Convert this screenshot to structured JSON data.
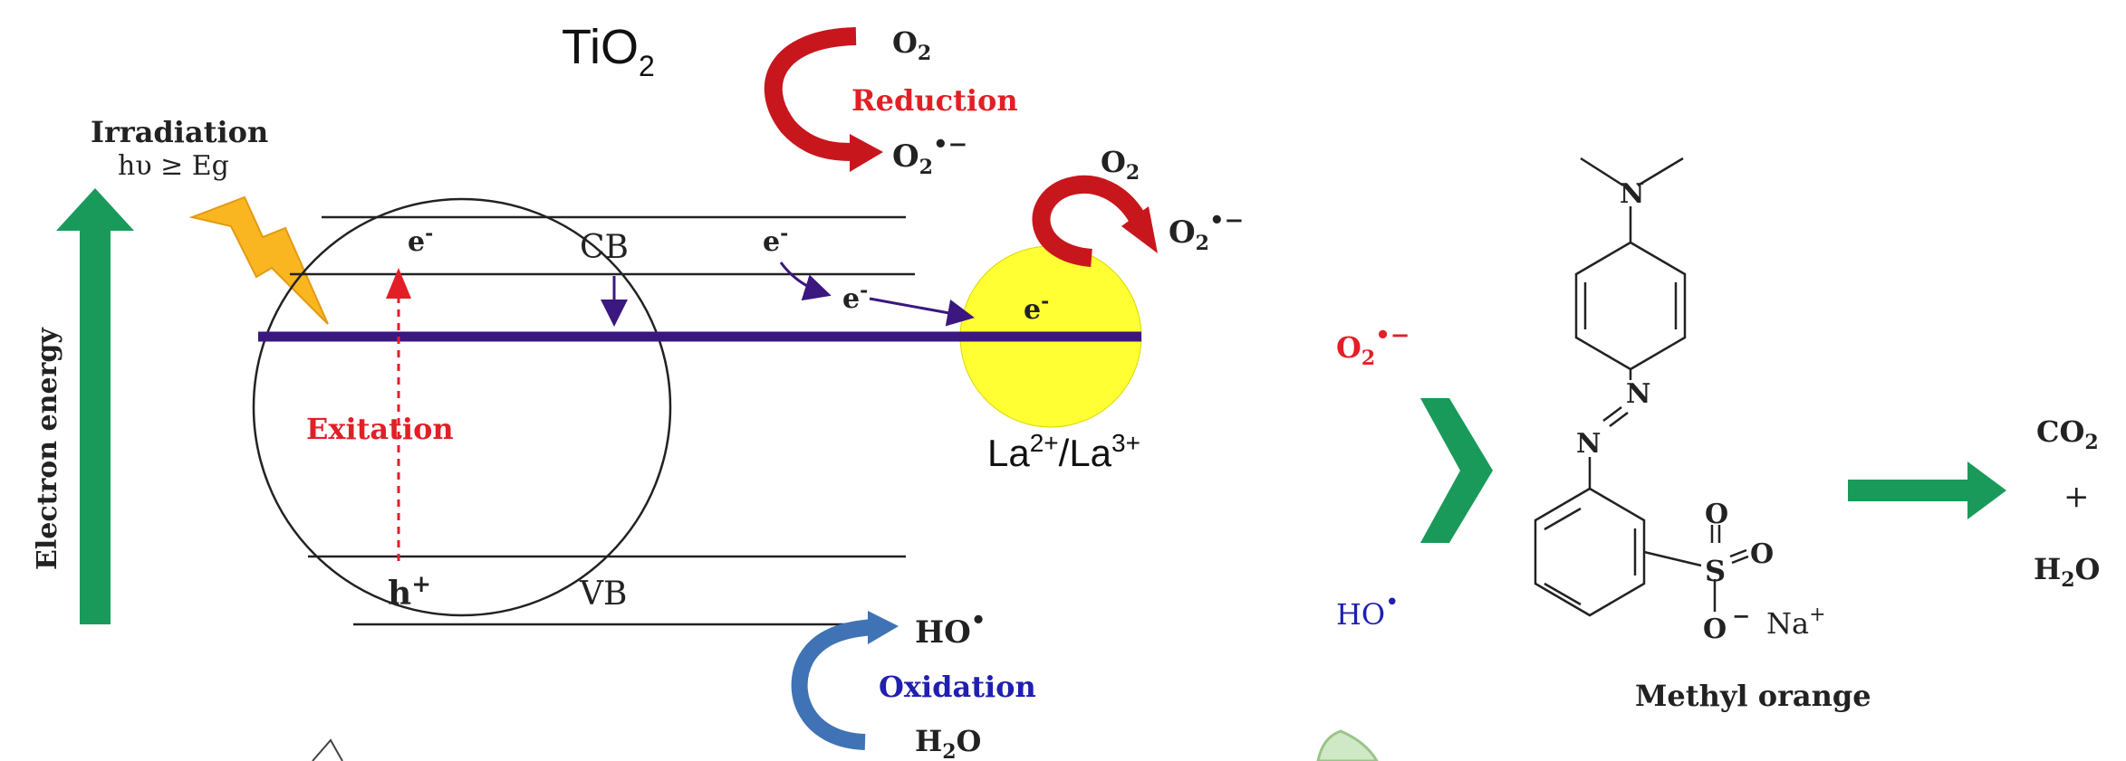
{
  "title": {
    "main": "TiO",
    "sub": "2"
  },
  "irradiation": {
    "line1": "Irradiation",
    "line2": "hυ ≥ Eg"
  },
  "axis": {
    "label": "Electron energy"
  },
  "bands": {
    "cb": "CB",
    "vb": "VB",
    "hole": "h",
    "hole_sup": "+"
  },
  "electrons": {
    "e": "e",
    "e_sup": "-"
  },
  "excitation": "Exitation",
  "reduction": {
    "label": "Reduction",
    "o2": "O",
    "o2_sub": "2",
    "superoxide": "O",
    "superoxide_sub": "2",
    "superoxide_sup": "•−"
  },
  "la_reduction": {
    "o2": "O",
    "o2_sub": "2",
    "superoxide": "O",
    "superoxide_sub": "2",
    "superoxide_sup": "•−"
  },
  "oxidation": {
    "label": "Oxidation",
    "ho": "HO",
    "ho_sup": "•",
    "h2o_a": "H",
    "h2o_sub": "2",
    "h2o_b": "O"
  },
  "dopant": {
    "la2": "La",
    "la2_sup": "2+",
    "slash": "/",
    "la3": "La",
    "la3_sup": "3+"
  },
  "radicals": {
    "superoxide": "O",
    "superoxide_sub": "2",
    "superoxide_sup": "•−",
    "ho": "HO",
    "ho_sup": "•"
  },
  "molecule": {
    "name": "Methyl orange",
    "n": "N",
    "s": "S",
    "o": "O",
    "o_minus": "−",
    "na": "Na",
    "na_sup": "+"
  },
  "products": {
    "co2": "CO",
    "co2_sub": "2",
    "plus": "+",
    "h2o_a": "H",
    "h2o_sub": "2",
    "h2o_b": "O"
  },
  "colors": {
    "red": "#e21f26",
    "blue": "#1f1fb0",
    "purple": "#3b1780",
    "green": "#1a9a5a",
    "yellow": "#ffff33",
    "bolt": "#f9b621",
    "darkred": "#c8161d",
    "steel": "#3f73b5"
  }
}
